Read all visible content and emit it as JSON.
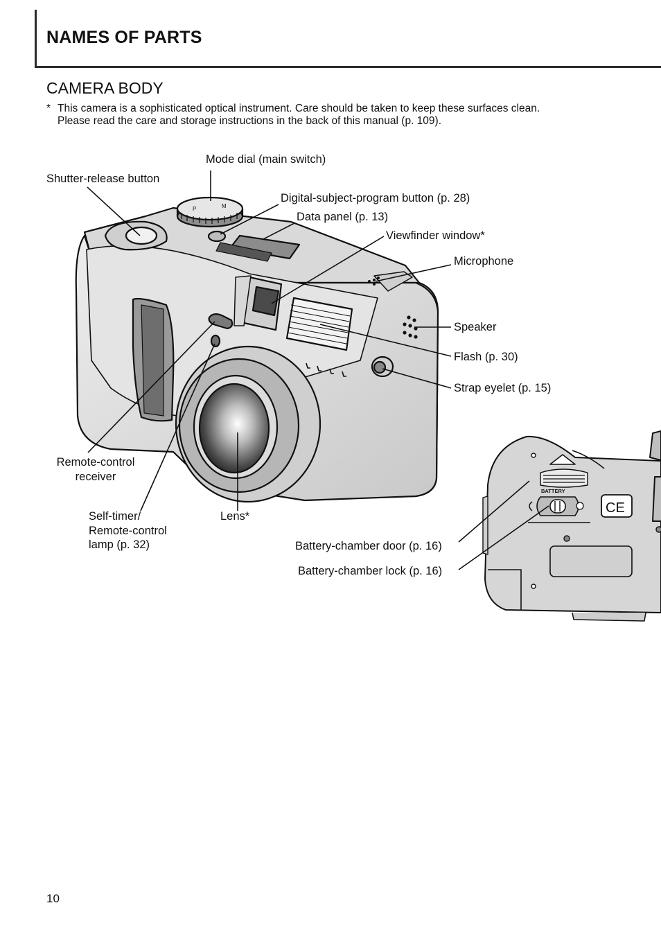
{
  "header": {
    "title": "NAMES OF PARTS"
  },
  "section": {
    "title": "CAMERA BODY",
    "note_marker": "*",
    "note_lines": [
      "This camera is a sophisticated optical instrument. Care should be taken to keep these surfaces clean.",
      "Please read the care and storage instructions in the back of this manual (p. 109)."
    ]
  },
  "labels": {
    "mode_dial": "Mode dial (main switch)",
    "shutter_release": "Shutter-release button",
    "digital_subject_program": "Digital-subject-program button (p. 28)",
    "data_panel": "Data panel (p. 13)",
    "viewfinder_window": "Viewfinder window*",
    "microphone": "Microphone",
    "speaker": "Speaker",
    "flash": "Flash (p. 30)",
    "strap_eyelet": "Strap eyelet (p. 15)",
    "remote_control_receiver": [
      "Remote-control",
      "receiver"
    ],
    "self_timer_lamp": [
      "Self-timer/",
      "Remote-control",
      "lamp (p. 32)"
    ],
    "lens": "Lens*",
    "battery_chamber_door": "Battery-chamber door (p. 16)",
    "battery_chamber_lock": "Battery-chamber lock (p. 16)"
  },
  "illustration": {
    "battery_marking": "BATTERY",
    "ce_marking": "CE"
  },
  "footer": {
    "page_number": "10"
  }
}
